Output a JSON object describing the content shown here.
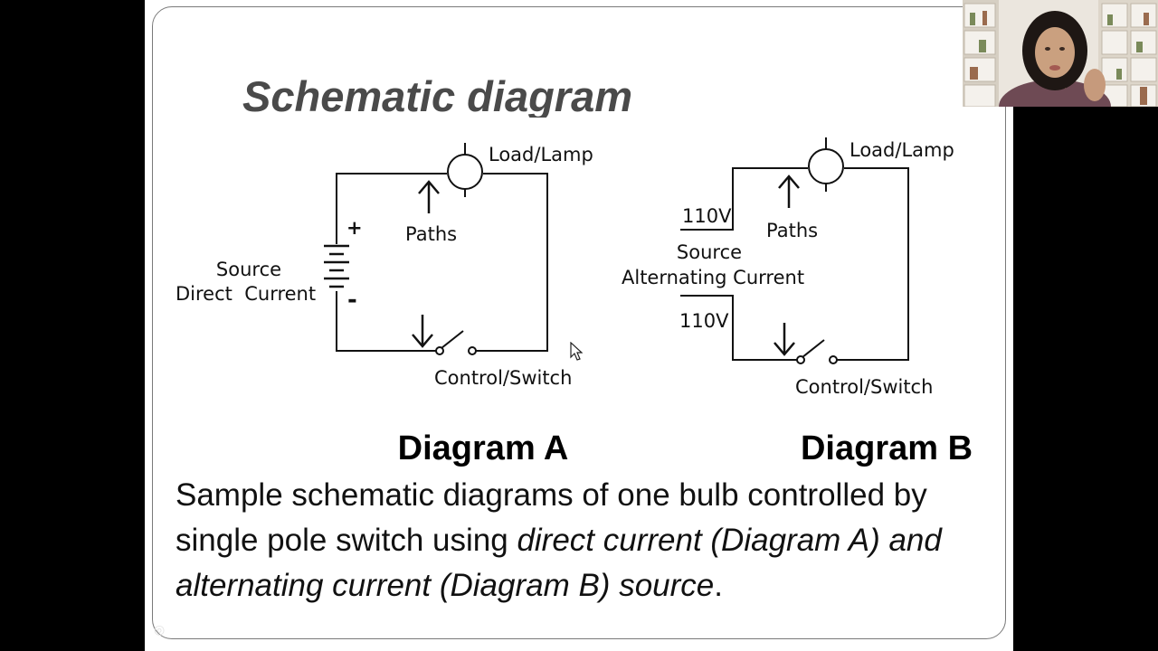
{
  "slide": {
    "title": "Schematic diagram",
    "caption": {
      "plain": "Sample schematic diagrams of one bulb controlled by single pole switch using ",
      "italic": "direct current (Diagram A) and alternating current (Diagram B) source",
      "end": "."
    }
  },
  "diagram_a": {
    "title": "Diagram A",
    "load_label": "Load/Lamp",
    "paths_label": "Paths",
    "source_label_1": "Source",
    "source_label_2": "Direct  Current",
    "plus_sign": "+",
    "minus_sign": "-",
    "switch_label": "Control/Switch"
  },
  "diagram_b": {
    "title": "Diagram B",
    "load_label": "Load/Lamp",
    "paths_label": "Paths",
    "voltage_top": "110V",
    "voltage_bottom": "110V",
    "source_label_1": "Source",
    "source_label_2": "Alternating Current",
    "switch_label": "Control/Switch"
  },
  "colors": {
    "background": "#000000",
    "slide": "#ffffff",
    "title_text": "#4a4a4a",
    "ink": "#111111"
  },
  "icons": {
    "cursor": "mouse-pointer-icon",
    "lamp": "lamp-icon",
    "battery": "battery-icon",
    "switch": "switch-icon",
    "arrow": "arrow-icon"
  }
}
